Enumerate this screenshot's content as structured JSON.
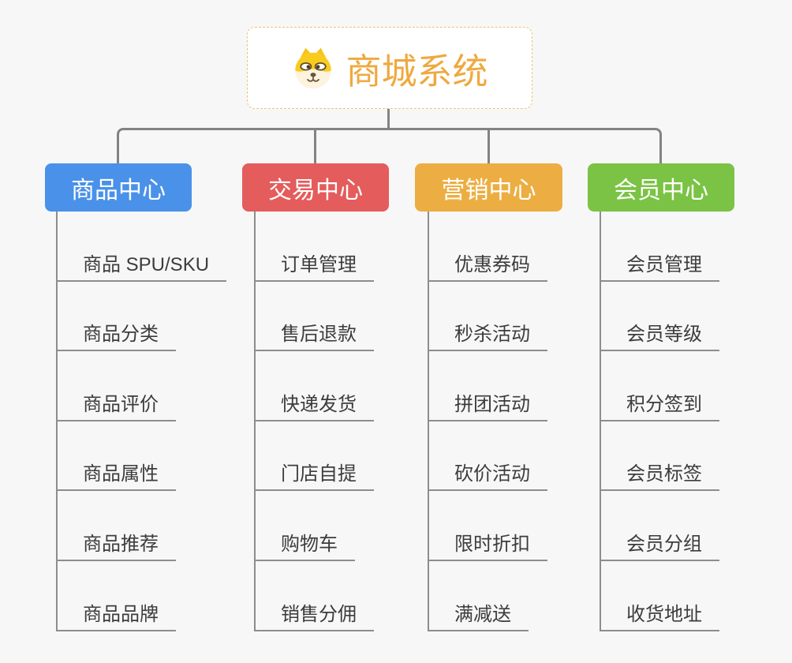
{
  "page": {
    "background": "#f7f7f7",
    "connector_color": "#838383",
    "underline_color": "#8d8d8d"
  },
  "root": {
    "title": "商城系统",
    "icon": "dog-face-icon",
    "title_color": "#efa93f",
    "border_color": "#f0c173"
  },
  "branches": [
    {
      "label": "商品中心",
      "color": "#4a91e9",
      "items": [
        "商品 SPU/SKU",
        "商品分类",
        "商品评价",
        "商品属性",
        "商品推荐",
        "商品品牌"
      ]
    },
    {
      "label": "交易中心",
      "color": "#e45c5c",
      "items": [
        "订单管理",
        "售后退款",
        "快递发货",
        "门店自提",
        "购物车",
        "销售分佣"
      ]
    },
    {
      "label": "营销中心",
      "color": "#ecae42",
      "items": [
        "优惠券码",
        "秒杀活动",
        "拼团活动",
        "砍价活动",
        "限时折扣",
        "满减送"
      ]
    },
    {
      "label": "会员中心",
      "color": "#7bc344",
      "items": [
        "会员管理",
        "会员等级",
        "积分签到",
        "会员标签",
        "会员分组",
        "收货地址"
      ]
    }
  ]
}
